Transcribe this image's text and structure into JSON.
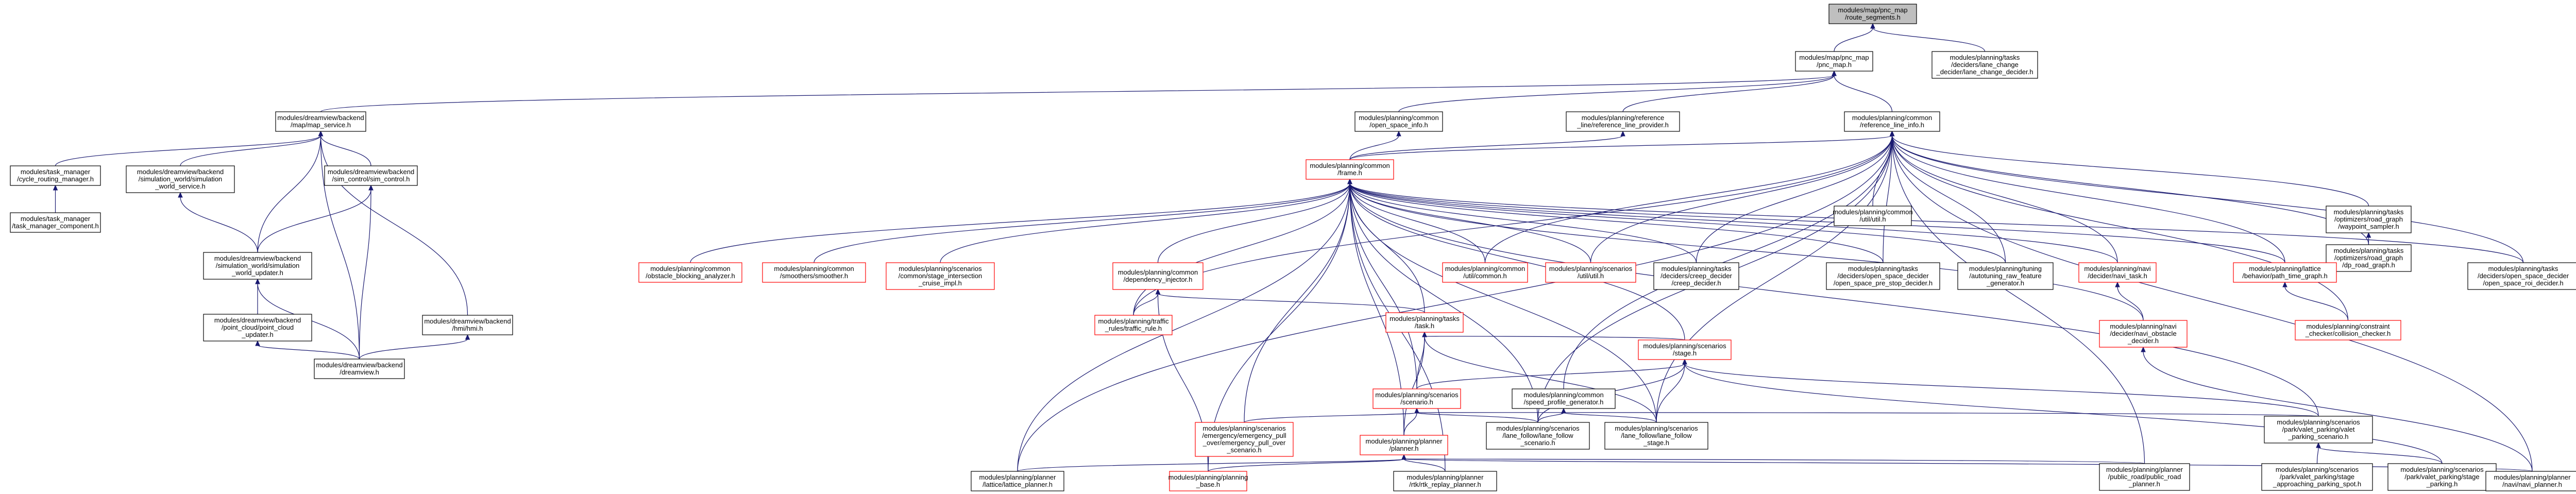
{
  "nodes": [
    {
      "id": "root",
      "lines": [
        "modules/map/pnc_map",
        "/route_segments.h"
      ],
      "style": "root"
    },
    {
      "id": "pnc_map",
      "lines": [
        "modules/map/pnc_map",
        "/pnc_map.h"
      ],
      "style": "normal"
    },
    {
      "id": "lane_change",
      "lines": [
        "modules/planning/tasks",
        "/deciders/lane_change",
        "_decider/lane_change_decider.h"
      ],
      "style": "normal"
    },
    {
      "id": "map_service",
      "lines": [
        "modules/dreamview/backend",
        "/map/map_service.h"
      ],
      "style": "normal"
    },
    {
      "id": "open_space_info",
      "lines": [
        "modules/planning/common",
        "/open_space_info.h"
      ],
      "style": "normal"
    },
    {
      "id": "ref_line_provider",
      "lines": [
        "modules/planning/reference",
        "_line/reference_line_provider.h"
      ],
      "style": "normal"
    },
    {
      "id": "ref_line_info",
      "lines": [
        "modules/planning/common",
        "/reference_line_info.h"
      ],
      "style": "normal"
    },
    {
      "id": "task_manager",
      "lines": [
        "modules/task_manager",
        "/cycle_routing_manager.h"
      ],
      "style": "normal"
    },
    {
      "id": "sim_world_service",
      "lines": [
        "modules/dreamview/backend",
        "/simulation_world/simulation",
        "_world_service.h"
      ],
      "style": "normal"
    },
    {
      "id": "sim_control",
      "lines": [
        "modules/dreamview/backend",
        "/sim_control/sim_control.h"
      ],
      "style": "normal"
    },
    {
      "id": "task_manager_comp",
      "lines": [
        "modules/task_manager",
        "/task_manager_component.h"
      ],
      "style": "normal"
    },
    {
      "id": "sim_world_updater",
      "lines": [
        "modules/dreamview/backend",
        "/simulation_world/simulation",
        "_world_updater.h"
      ],
      "style": "normal"
    },
    {
      "id": "point_cloud",
      "lines": [
        "modules/dreamview/backend",
        "/point_cloud/point_cloud",
        "_updater.h"
      ],
      "style": "normal"
    },
    {
      "id": "hmi",
      "lines": [
        "modules/dreamview/backend",
        "/hmi/hmi.h"
      ],
      "style": "normal"
    },
    {
      "id": "dreamview",
      "lines": [
        "modules/dreamview/backend",
        "/dreamview.h"
      ],
      "style": "normal"
    },
    {
      "id": "frame",
      "lines": [
        "modules/planning/common",
        "/frame.h"
      ],
      "style": "red"
    },
    {
      "id": "util_util",
      "lines": [
        "modules/planning/common",
        "/util/util.h"
      ],
      "style": "normal"
    },
    {
      "id": "road_graph",
      "lines": [
        "modules/planning/tasks",
        "/optimizers/road_graph",
        "/waypoint_sampler.h"
      ],
      "style": "normal"
    },
    {
      "id": "dp_road_graph",
      "lines": [
        "modules/planning/tasks",
        "/optimizers/road_graph",
        "/dp_road_graph.h"
      ],
      "style": "normal"
    },
    {
      "id": "obstacle_blocking",
      "lines": [
        "modules/planning/common",
        "/obstacle_blocking_analyzer.h"
      ],
      "style": "red"
    },
    {
      "id": "smoother",
      "lines": [
        "modules/planning/common",
        "/smoothers/smoother.h"
      ],
      "style": "red"
    },
    {
      "id": "stage_intersection",
      "lines": [
        "modules/planning/scenarios",
        "/common/stage_intersection",
        "_cruise_impl.h"
      ],
      "style": "red"
    },
    {
      "id": "dependency_injector",
      "lines": [
        "modules/planning/common",
        "/dependency_injector.h"
      ],
      "style": "red"
    },
    {
      "id": "common_util",
      "lines": [
        "modules/planning/common",
        "/util/common.h"
      ],
      "style": "red"
    },
    {
      "id": "scenarios_util",
      "lines": [
        "modules/planning/scenarios",
        "/util/util.h"
      ],
      "style": "red"
    },
    {
      "id": "creep_decider",
      "lines": [
        "modules/planning/tasks",
        "/deciders/creep_decider",
        "/creep_decider.h"
      ],
      "style": "normal"
    },
    {
      "id": "open_space_pre_stop",
      "lines": [
        "modules/planning/tasks",
        "/deciders/open_space_decider",
        "/open_space_pre_stop_decider.h"
      ],
      "style": "normal"
    },
    {
      "id": "autotuning",
      "lines": [
        "modules/planning/tuning",
        "/autotuning_raw_feature",
        "_generator.h"
      ],
      "style": "normal"
    },
    {
      "id": "navi_task",
      "lines": [
        "modules/planning/navi",
        "/decider/navi_task.h"
      ],
      "style": "red"
    },
    {
      "id": "path_time_graph",
      "lines": [
        "modules/planning/lattice",
        "/behavior/path_time_graph.h"
      ],
      "style": "red"
    },
    {
      "id": "open_space_roi",
      "lines": [
        "modules/planning/tasks",
        "/deciders/open_space_decider",
        "/open_space_roi_decider.h"
      ],
      "style": "normal"
    },
    {
      "id": "traffic_rule",
      "lines": [
        "modules/planning/traffic",
        "_rules/traffic_rule.h"
      ],
      "style": "red"
    },
    {
      "id": "task",
      "lines": [
        "modules/planning/tasks",
        "/task.h"
      ],
      "style": "red"
    },
    {
      "id": "navi_obstacle",
      "lines": [
        "modules/planning/navi",
        "/decider/navi_obstacle",
        "_decider.h"
      ],
      "style": "red"
    },
    {
      "id": "collision_checker",
      "lines": [
        "modules/planning/constraint",
        "_checker/collision_checker.h"
      ],
      "style": "red"
    },
    {
      "id": "stage",
      "lines": [
        "modules/planning/scenarios",
        "/stage.h"
      ],
      "style": "red"
    },
    {
      "id": "scenario",
      "lines": [
        "modules/planning/scenarios",
        "/scenario.h"
      ],
      "style": "red"
    },
    {
      "id": "speed_profile",
      "lines": [
        "modules/planning/common",
        "/speed_profile_generator.h"
      ],
      "style": "normal"
    },
    {
      "id": "emergency_pull_over",
      "lines": [
        "modules/planning/scenarios",
        "/emergency/emergency_pull",
        "_over/emergency_pull_over",
        "_scenario.h"
      ],
      "style": "red"
    },
    {
      "id": "planner",
      "lines": [
        "modules/planning/planner",
        "/planner.h"
      ],
      "style": "red"
    },
    {
      "id": "lane_follow_scenario",
      "lines": [
        "modules/planning/scenarios",
        "/lane_follow/lane_follow",
        "_scenario.h"
      ],
      "style": "normal"
    },
    {
      "id": "lane_follow_stage",
      "lines": [
        "modules/planning/scenarios",
        "/lane_follow/lane_follow",
        "_stage.h"
      ],
      "style": "normal"
    },
    {
      "id": "valet_parking_scenario",
      "lines": [
        "modules/planning/scenarios",
        "/park/valet_parking/valet",
        "_parking_scenario.h"
      ],
      "style": "normal"
    },
    {
      "id": "lattice_planner",
      "lines": [
        "modules/planning/planner",
        "/lattice/lattice_planner.h"
      ],
      "style": "normal"
    },
    {
      "id": "planning_base",
      "lines": [
        "modules/planning/planning",
        "_base.h"
      ],
      "style": "red"
    },
    {
      "id": "rtk_replay",
      "lines": [
        "modules/planning/planner",
        "/rtk/rtk_replay_planner.h"
      ],
      "style": "normal"
    },
    {
      "id": "public_road",
      "lines": [
        "modules/planning/planner",
        "/public_road/public_road",
        "_planner.h"
      ],
      "style": "normal"
    },
    {
      "id": "stage_approaching",
      "lines": [
        "modules/planning/scenarios",
        "/park/valet_parking/stage",
        "_approaching_parking_spot.h"
      ],
      "style": "normal"
    },
    {
      "id": "stage_parking",
      "lines": [
        "modules/planning/scenarios",
        "/park/valet_parking/stage",
        "_parking.h"
      ],
      "style": "normal"
    },
    {
      "id": "navi_planner",
      "lines": [
        "modules/planning/planner",
        "/navi/navi_planner.h"
      ],
      "style": "normal"
    }
  ],
  "edges": [
    [
      "root",
      "pnc_map"
    ],
    [
      "root",
      "lane_change"
    ],
    [
      "pnc_map",
      "map_service"
    ],
    [
      "pnc_map",
      "open_space_info"
    ],
    [
      "pnc_map",
      "ref_line_provider"
    ],
    [
      "pnc_map",
      "ref_line_info"
    ],
    [
      "map_service",
      "task_manager"
    ],
    [
      "map_service",
      "sim_world_service"
    ],
    [
      "map_service",
      "sim_control"
    ],
    [
      "map_service",
      "sim_world_updater"
    ],
    [
      "map_service",
      "hmi"
    ],
    [
      "map_service",
      "dreamview"
    ],
    [
      "task_manager",
      "task_manager_comp"
    ],
    [
      "sim_world_service",
      "sim_world_updater"
    ],
    [
      "sim_world_updater",
      "dreamview"
    ],
    [
      "sim_world_updater",
      "point_cloud"
    ],
    [
      "point_cloud",
      "dreamview"
    ],
    [
      "sim_control",
      "dreamview"
    ],
    [
      "sim_control",
      "sim_world_updater"
    ],
    [
      "hmi",
      "dreamview"
    ],
    [
      "open_space_info",
      "frame"
    ],
    [
      "ref_line_provider",
      "frame"
    ],
    [
      "ref_line_info",
      "frame"
    ],
    [
      "ref_line_info",
      "util_util"
    ],
    [
      "ref_line_info",
      "road_graph"
    ],
    [
      "ref_line_info",
      "dp_road_graph"
    ],
    [
      "ref_line_info",
      "open_space_roi"
    ],
    [
      "ref_line_info",
      "collision_checker"
    ],
    [
      "ref_line_info",
      "navi_task"
    ],
    [
      "ref_line_info",
      "path_time_graph"
    ],
    [
      "ref_line_info",
      "autotuning"
    ],
    [
      "ref_line_info",
      "creep_decider"
    ],
    [
      "ref_line_info",
      "open_space_pre_stop"
    ],
    [
      "ref_line_info",
      "common_util"
    ],
    [
      "ref_line_info",
      "scenarios_util"
    ],
    [
      "ref_line_info",
      "traffic_rule"
    ],
    [
      "ref_line_info",
      "speed_profile"
    ],
    [
      "ref_line_info",
      "public_road"
    ],
    [
      "ref_line_info",
      "navi_planner"
    ],
    [
      "ref_line_info",
      "lane_follow_scenario"
    ],
    [
      "ref_line_info",
      "lane_follow_stage"
    ],
    [
      "ref_line_info",
      "lattice_planner"
    ],
    [
      "road_graph",
      "dp_road_graph"
    ],
    [
      "frame",
      "obstacle_blocking"
    ],
    [
      "frame",
      "smoother"
    ],
    [
      "frame",
      "stage_intersection"
    ],
    [
      "frame",
      "dependency_injector"
    ],
    [
      "frame",
      "common_util"
    ],
    [
      "frame",
      "scenarios_util"
    ],
    [
      "frame",
      "creep_decider"
    ],
    [
      "frame",
      "open_space_pre_stop"
    ],
    [
      "frame",
      "autotuning"
    ],
    [
      "frame",
      "navi_task"
    ],
    [
      "frame",
      "path_time_graph"
    ],
    [
      "frame",
      "open_space_roi"
    ],
    [
      "frame",
      "traffic_rule"
    ],
    [
      "frame",
      "task"
    ],
    [
      "frame",
      "navi_obstacle"
    ],
    [
      "frame",
      "stage"
    ],
    [
      "frame",
      "scenario"
    ],
    [
      "frame",
      "planner"
    ],
    [
      "frame",
      "planning_base"
    ],
    [
      "frame",
      "rtk_replay"
    ],
    [
      "frame",
      "lattice_planner"
    ],
    [
      "frame",
      "emergency_pull_over"
    ],
    [
      "frame",
      "lane_follow_scenario"
    ],
    [
      "frame",
      "lane_follow_stage"
    ],
    [
      "frame",
      "valet_parking_scenario"
    ],
    [
      "dependency_injector",
      "traffic_rule"
    ],
    [
      "dependency_injector",
      "task"
    ],
    [
      "dependency_injector",
      "planning_base"
    ],
    [
      "navi_task",
      "navi_obstacle"
    ],
    [
      "path_time_graph",
      "collision_checker"
    ],
    [
      "task",
      "stage"
    ],
    [
      "task",
      "scenario"
    ],
    [
      "task",
      "lane_follow_stage"
    ],
    [
      "task",
      "planner"
    ],
    [
      "stage",
      "scenario"
    ],
    [
      "stage",
      "lane_follow_scenario"
    ],
    [
      "stage",
      "lane_follow_stage"
    ],
    [
      "stage",
      "valet_parking_scenario"
    ],
    [
      "stage",
      "stage_parking"
    ],
    [
      "scenario",
      "emergency_pull_over"
    ],
    [
      "scenario",
      "planner"
    ],
    [
      "scenario",
      "lane_follow_scenario"
    ],
    [
      "scenario",
      "valet_parking_scenario"
    ],
    [
      "speed_profile",
      "lane_follow_scenario"
    ],
    [
      "speed_profile",
      "lane_follow_stage"
    ],
    [
      "planner",
      "lattice_planner"
    ],
    [
      "planner",
      "planning_base"
    ],
    [
      "planner",
      "rtk_replay"
    ],
    [
      "planner",
      "public_road"
    ],
    [
      "planner",
      "navi_planner"
    ],
    [
      "valet_parking_scenario",
      "stage_approaching"
    ],
    [
      "valet_parking_scenario",
      "stage_parking"
    ],
    [
      "navi_obstacle",
      "navi_planner"
    ]
  ]
}
